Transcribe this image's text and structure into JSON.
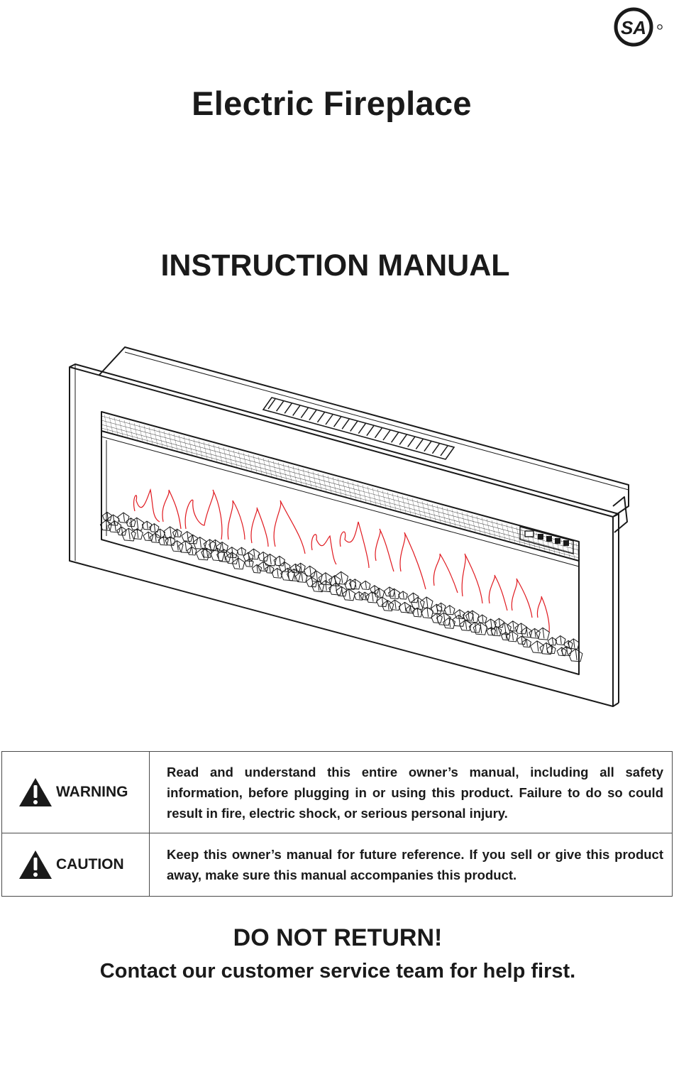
{
  "logo": {
    "icon": "csa-certification-logo",
    "text": "SA"
  },
  "header": {
    "title": "Electric Fireplace",
    "subtitle": "INSTRUCTION MANUAL"
  },
  "illustration": {
    "icon": "electric-fireplace-line-drawing",
    "flame_color": "#e0191f"
  },
  "notices": [
    {
      "label": "WARNING",
      "icon": "warning-triangle-icon",
      "text": "Read and understand this entire owner’s manual, including all safety information, before plugging in or using this product. Failure to do so could result in fire, electric shock, or serious personal injury."
    },
    {
      "label": "CAUTION",
      "icon": "warning-triangle-icon",
      "text": "Keep this owner’s manual for future reference.  If you sell or give this product away, make sure this manual accompanies this product."
    }
  ],
  "footer": {
    "headline": "DO NOT RETURN!",
    "message": "Contact our customer service team for help first."
  }
}
